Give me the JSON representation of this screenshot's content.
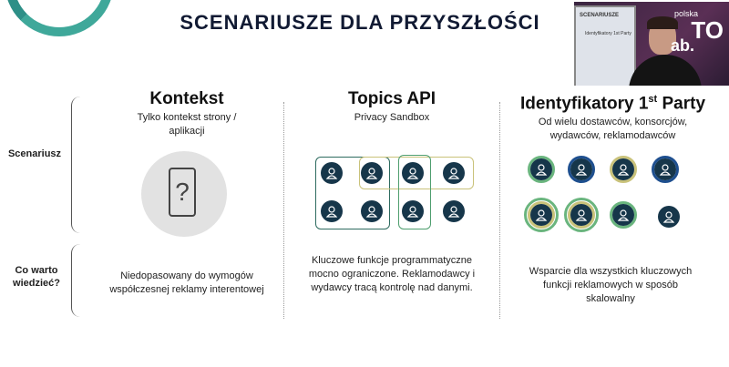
{
  "header": {
    "title": "SCENARIUSZE DLA PRZYSZŁOŚCI"
  },
  "webcam": {
    "brand_small": "polska",
    "brand": "TO",
    "ab": "ab.",
    "screen_text": "SCENARIUSZE",
    "screen_text2": "Identyfikatory 1st Party"
  },
  "rows": {
    "scenario_label": "Scenariusz",
    "worth_knowing_label": "Co warto wiedzieć?"
  },
  "columns": [
    {
      "title": "Kontekst",
      "subtitle": "Tylko kontekst strony / aplikacji",
      "body": "Niedopasowany do wymogów współczesnej reklamy interentowej"
    },
    {
      "title": "Topics API",
      "subtitle": "Privacy Sandbox",
      "body": "Kluczowe funkcje programmatyczne mocno ograniczone. Reklamodawcy i wydawcy tracą kontrolę nad danymi."
    },
    {
      "title_main": "Identyfikatory 1",
      "title_sup": "st",
      "title_end": " Party",
      "subtitle": "Od wielu dostawców, konsorcjów, wydawców, reklamodawców",
      "body": "Wsparcie dla wszystkich kluczowych funkcji reklamowych w sposób skalowalny"
    }
  ],
  "icons": {
    "phone_glyph": "?",
    "user_icon": "user-icon"
  },
  "colors": {
    "accent_teal": "#3fa89a",
    "accent_green": "#2e8b6f",
    "accent_olive": "#c9c27a",
    "user_dark": "#16364a",
    "ring_blue": "#1e4f8f",
    "ring_green": "#6ab57e"
  }
}
